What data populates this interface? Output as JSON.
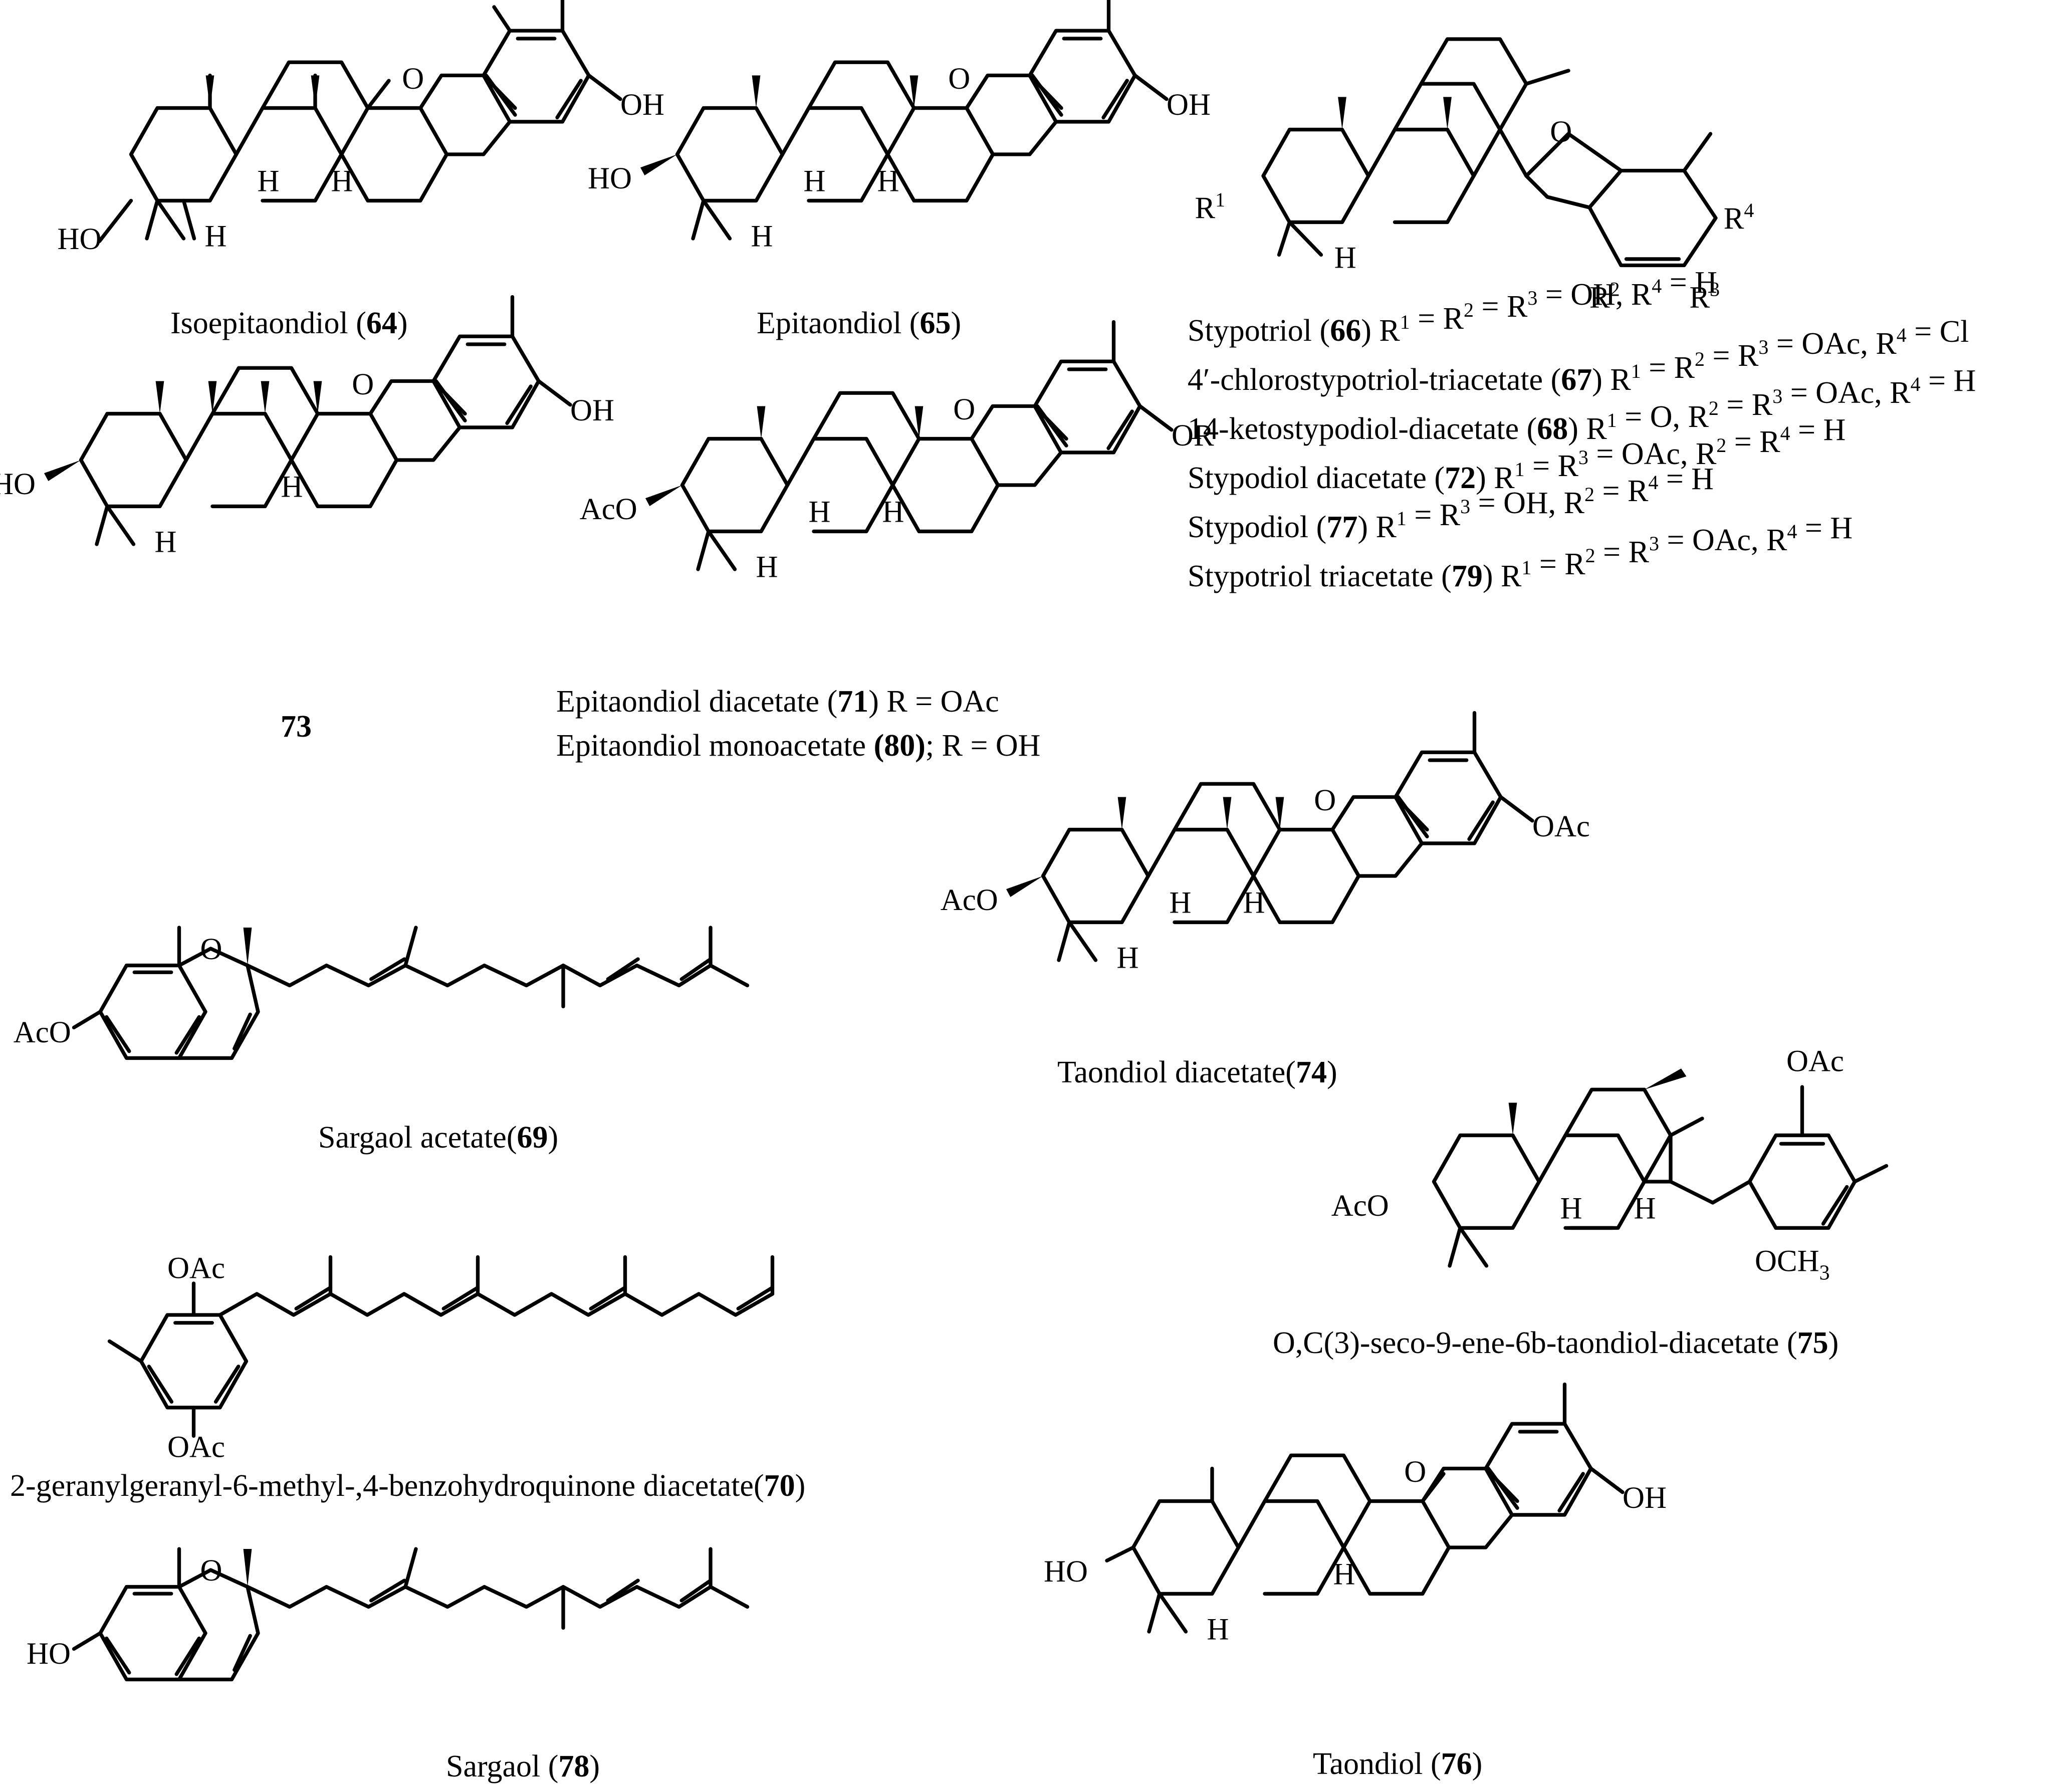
{
  "compounds": [
    {
      "id": "64",
      "caption": [
        {
          "t": "Isoepitaondiol ("
        },
        {
          "t": "64",
          "b": true
        },
        {
          "t": ")"
        }
      ],
      "labels": {
        "o": "O",
        "oh": "OH",
        "ho": "HO",
        "h1": "H",
        "h2": "H",
        "h3": "H"
      }
    },
    {
      "id": "65",
      "caption": [
        {
          "t": "Epitaondiol ("
        },
        {
          "t": "65",
          "b": true
        },
        {
          "t": ")"
        }
      ],
      "labels": {
        "o": "O",
        "oh": "OH",
        "ho": "HO",
        "h1": "H",
        "h2": "H",
        "h3": "H"
      }
    },
    {
      "id": "66-79",
      "labels": {
        "o": "O",
        "r1": "R",
        "r1s": "1",
        "r2": "R",
        "r2s": "2",
        "r3": "R",
        "r3s": "3",
        "r4": "R",
        "r4s": "4",
        "h": "H"
      },
      "caption_lines": [
        [
          {
            "t": "Stypotriol ("
          },
          {
            "t": "66",
            "b": true
          },
          {
            "t": ") R"
          },
          {
            "t": "1",
            "s": true
          },
          {
            "t": " = R"
          },
          {
            "t": "2",
            "s": true
          },
          {
            "t": " = R"
          },
          {
            "t": "3",
            "s": true
          },
          {
            "t": " = OH, R"
          },
          {
            "t": "4",
            "s": true
          },
          {
            "t": " = H"
          }
        ],
        [
          {
            "t": "4′-chlorostypotriol-triacetate ("
          },
          {
            "t": "67",
            "b": true
          },
          {
            "t": ") R"
          },
          {
            "t": "1",
            "s": true
          },
          {
            "t": " = R"
          },
          {
            "t": "2",
            "s": true
          },
          {
            "t": " = R"
          },
          {
            "t": "3",
            "s": true
          },
          {
            "t": " = OAc, R"
          },
          {
            "t": "4",
            "s": true
          },
          {
            "t": " = Cl"
          }
        ],
        [
          {
            "t": "14-ketostypodiol-diacetate ("
          },
          {
            "t": "68",
            "b": true
          },
          {
            "t": ") R"
          },
          {
            "t": "1",
            "s": true
          },
          {
            "t": " = O, R"
          },
          {
            "t": "2",
            "s": true
          },
          {
            "t": " = R"
          },
          {
            "t": "3",
            "s": true
          },
          {
            "t": " = OAc, R"
          },
          {
            "t": "4",
            "s": true
          },
          {
            "t": " = H"
          }
        ],
        [
          {
            "t": "Stypodiol diacetate ("
          },
          {
            "t": "72",
            "b": true
          },
          {
            "t": ") R"
          },
          {
            "t": "1",
            "s": true
          },
          {
            "t": " = R"
          },
          {
            "t": "3",
            "s": true
          },
          {
            "t": " = OAc, R"
          },
          {
            "t": "2",
            "s": true
          },
          {
            "t": " = R"
          },
          {
            "t": "4",
            "s": true
          },
          {
            "t": " = H"
          }
        ],
        [
          {
            "t": "Stypodiol ("
          },
          {
            "t": "77",
            "b": true
          },
          {
            "t": ") R"
          },
          {
            "t": "1",
            "s": true
          },
          {
            "t": " = R"
          },
          {
            "t": "3",
            "s": true
          },
          {
            "t": " = OH, R"
          },
          {
            "t": "2",
            "s": true
          },
          {
            "t": " = R"
          },
          {
            "t": "4",
            "s": true
          },
          {
            "t": " = H"
          }
        ],
        [
          {
            "t": "Stypotriol triacetate ("
          },
          {
            "t": "79",
            "b": true
          },
          {
            "t": ") R"
          },
          {
            "t": "1",
            "s": true
          },
          {
            "t": " = R"
          },
          {
            "t": "2",
            "s": true
          },
          {
            "t": " = R"
          },
          {
            "t": "3",
            "s": true
          },
          {
            "t": " = OAc,  R"
          },
          {
            "t": "4",
            "s": true
          },
          {
            "t": " = H"
          }
        ]
      ]
    },
    {
      "id": "73",
      "caption": [
        {
          "t": "73",
          "b": true
        }
      ],
      "labels": {
        "o": "O",
        "oh": "OH",
        "ho": "HO",
        "h1": "H",
        "h2": "H"
      }
    },
    {
      "id": "71-80",
      "labels": {
        "o": "O",
        "or": "OR",
        "aco": "AcO",
        "h1": "H",
        "h2": "H",
        "h3": "H"
      },
      "caption_lines": [
        [
          {
            "t": "Epitaondiol diacetate ("
          },
          {
            "t": "71",
            "b": true
          },
          {
            "t": ") R = OAc"
          }
        ],
        [
          {
            "t": "Epitaondiol monoacetate "
          },
          {
            "t": "(80)",
            "b": true
          },
          {
            "t": ";   R = OH"
          }
        ]
      ]
    },
    {
      "id": "74",
      "caption": [
        {
          "t": "Taondiol diacetate("
        },
        {
          "t": "74",
          "b": true
        },
        {
          "t": ")"
        }
      ],
      "labels": {
        "o": "O",
        "oac": "OAc",
        "aco": "AcO",
        "h1": "H",
        "h2": "H",
        "h3": "H"
      }
    },
    {
      "id": "69",
      "caption": [
        {
          "t": "Sargaol acetate("
        },
        {
          "t": "69",
          "b": true
        },
        {
          "t": ")"
        }
      ],
      "labels": {
        "o": "O",
        "aco": "AcO"
      }
    },
    {
      "id": "75",
      "caption": [
        {
          "t": "O,C(3)-seco-9-ene-6b-taondiol-diacetate ("
        },
        {
          "t": "75",
          "b": true
        },
        {
          "t": ")"
        }
      ],
      "labels": {
        "oac": "OAc",
        "aco": "AcO",
        "och3": "OCH",
        "och3s": "3",
        "h1": "H",
        "h2": "H"
      }
    },
    {
      "id": "70",
      "caption": [
        {
          "t": "2-geranylgeranyl-6-methyl-,4-benzohydroquinone diacetate("
        },
        {
          "t": "70",
          "b": true
        },
        {
          "t": ")"
        }
      ],
      "labels": {
        "oac1": "OAc",
        "oac2": "OAc"
      }
    },
    {
      "id": "78",
      "caption": [
        {
          "t": "Sargaol ("
        },
        {
          "t": "78",
          "b": true
        },
        {
          "t": ")"
        }
      ],
      "labels": {
        "o": "O",
        "ho": "HO"
      }
    },
    {
      "id": "76",
      "caption": [
        {
          "t": "Taondiol ("
        },
        {
          "t": "76",
          "b": true
        },
        {
          "t": ")"
        }
      ],
      "labels": {
        "o": "O",
        "oh": "OH",
        "ho": "HO",
        "h1": "H",
        "h2": "H"
      }
    }
  ]
}
